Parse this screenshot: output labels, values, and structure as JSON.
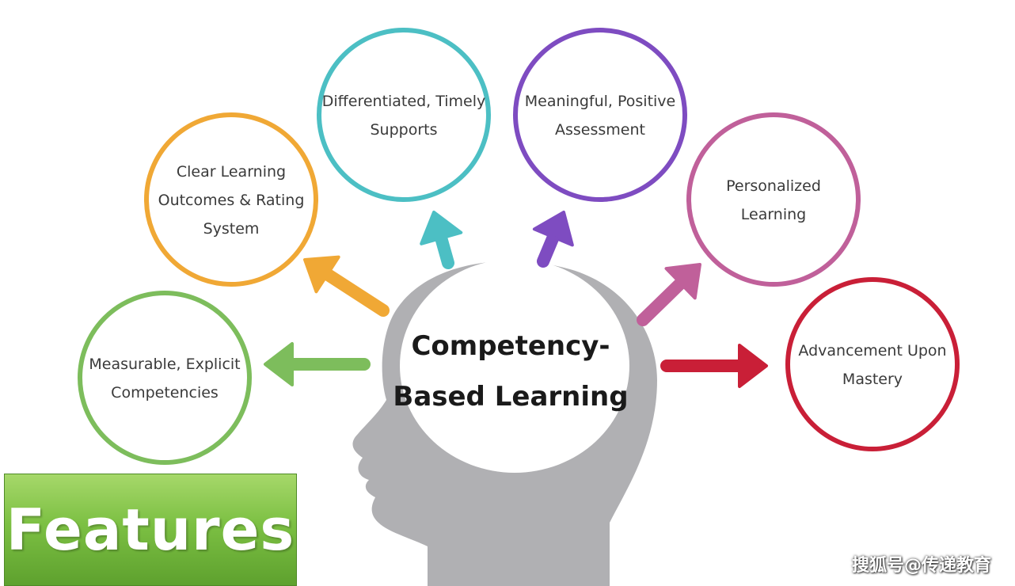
{
  "center": {
    "line1": "Competency-",
    "line2": "Based Learning"
  },
  "nodes": [
    {
      "id": "measurable",
      "lines": [
        "Measurable, Explicit",
        "Competencies"
      ],
      "color": "#7dbd5c"
    },
    {
      "id": "clear-outcomes",
      "lines": [
        "Clear Learning",
        "Outcomes & Rating",
        "System"
      ],
      "color": "#f0a835"
    },
    {
      "id": "differentiated",
      "lines": [
        "Differentiated, Timely",
        "Supports"
      ],
      "color": "#4cbfc4"
    },
    {
      "id": "meaningful",
      "lines": [
        "Meaningful, Positive",
        "Assessment"
      ],
      "color": "#7e4cc1"
    },
    {
      "id": "personalized",
      "lines": [
        "Personalized",
        "Learning"
      ],
      "color": "#c0609a"
    },
    {
      "id": "advancement",
      "lines": [
        "Advancement Upon",
        "Mastery"
      ],
      "color": "#c91f37"
    }
  ],
  "head_color": "#b0b0b3",
  "features_label": "Features",
  "watermark": "搜狐号@传递教育"
}
